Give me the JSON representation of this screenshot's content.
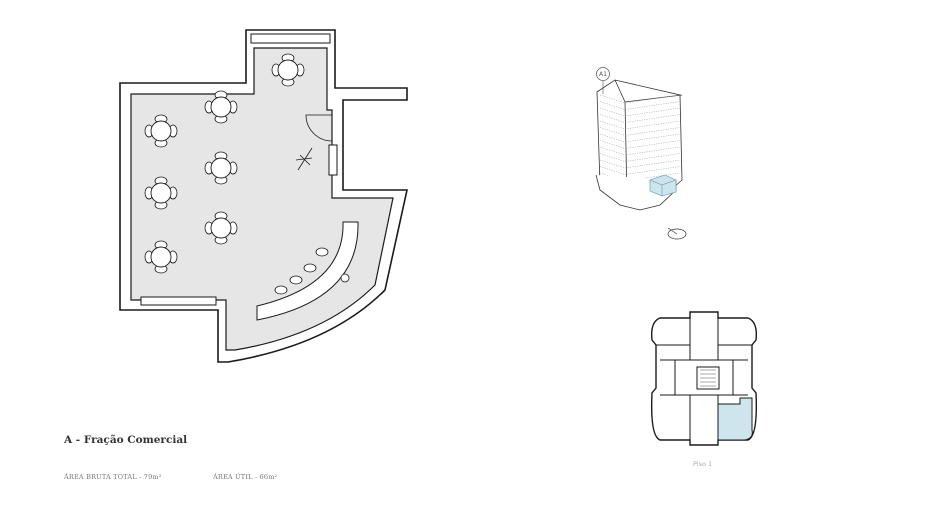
{
  "unit": {
    "title": "A - Fração Comercial",
    "gross_area_label": "ÁREA BRUTA TOTAL - 79m²",
    "useful_area_label": "ÁREA ÚTIL - 66m²"
  },
  "building_view": {
    "marker_label": "A1"
  },
  "key_plan": {
    "floor_label": "Piso 1"
  },
  "colors": {
    "wall": "#1a1a1a",
    "floor_fill": "#e6e6e6",
    "highlight": "#cfe5ee",
    "highlight_stroke": "#7aa9bd"
  }
}
